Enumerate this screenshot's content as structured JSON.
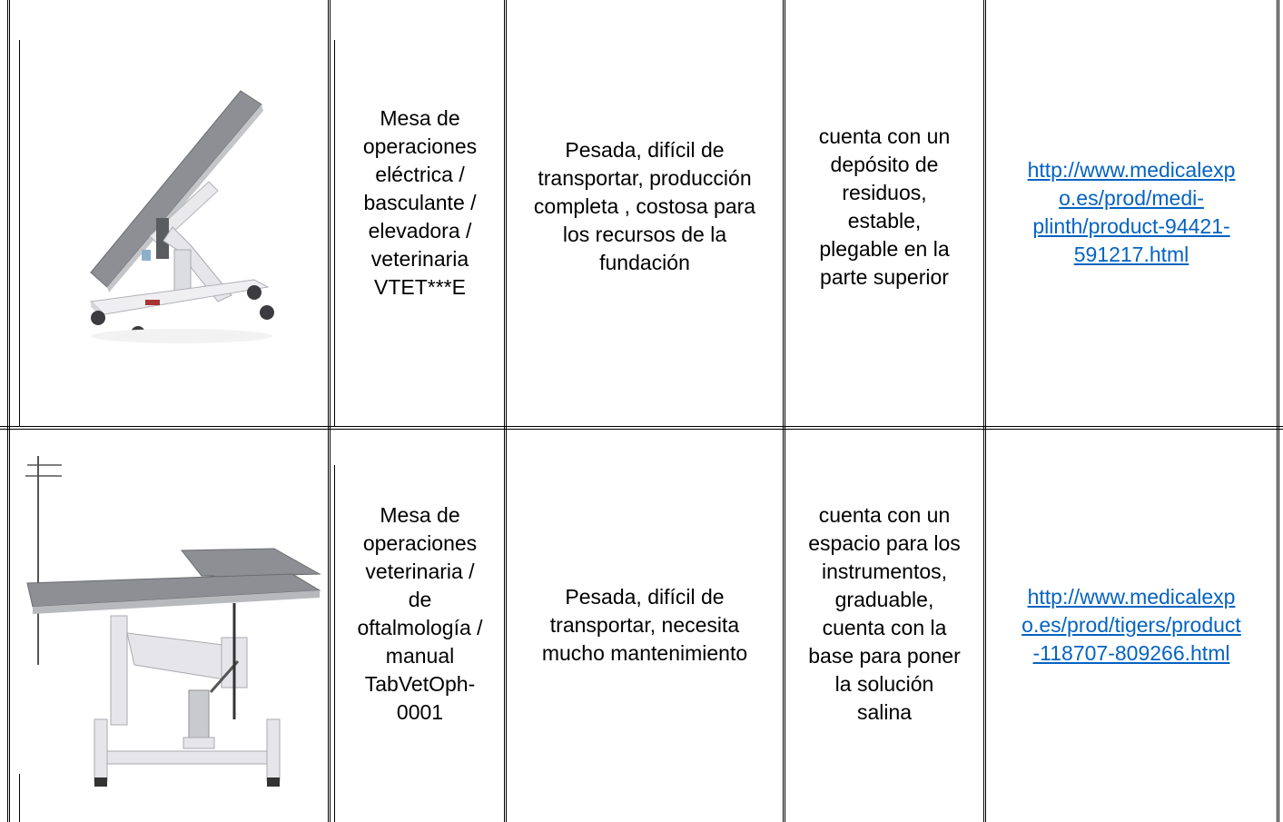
{
  "rows": [
    {
      "image": "veterinary-tilting-operating-table",
      "name": "Mesa de operaciones eléctrica / basculante / elevadora / veterinaria VTET***E",
      "name_lines": [
        "Mesa de",
        "operaciones",
        "eléctrica /",
        "basculante /",
        "elevadora /",
        "veterinaria",
        "VTET***E"
      ],
      "disadvantages": "Pesada, difícil de transportar, producción completa , costosa para los recursos de la fundación",
      "disadvantages_lines": [
        "Pesada, difícil de",
        "transportar, producción",
        "completa , costosa para",
        "los recursos de la",
        "fundación"
      ],
      "advantages": "cuenta con un depósito de residuos, estable, plegable en la parte superior",
      "advantages_lines": [
        "cuenta con un",
        "depósito de",
        "residuos,",
        "estable,",
        "plegable en la",
        "parte superior"
      ],
      "link_lines": [
        "http://www.medicalexp",
        "o.es/prod/medi-",
        "plinth/product-94421-",
        "591217.html"
      ]
    },
    {
      "image": "veterinary-ophthalmology-operating-table",
      "name_lines": [
        "Mesa de",
        "operaciones",
        "veterinaria /",
        "de",
        "oftalmología /",
        "manual",
        "TabVetOph-",
        "0001"
      ],
      "disadvantages_lines": [
        "Pesada, difícil de",
        "transportar, necesita",
        "mucho mantenimiento"
      ],
      "advantages_lines": [
        "cuenta con un",
        "espacio para los",
        "instrumentos,",
        "graduable,",
        "cuenta con la",
        "base para poner",
        "la solución",
        "salina"
      ],
      "link_lines": [
        "http://www.medicalexp",
        "o.es/prod/tigers/product",
        "-118707-809266.html"
      ]
    }
  ],
  "colors": {
    "link": "#0563c1",
    "border": "#000000",
    "table_top": "#8e8f94",
    "frame": "#e6e6ea"
  }
}
